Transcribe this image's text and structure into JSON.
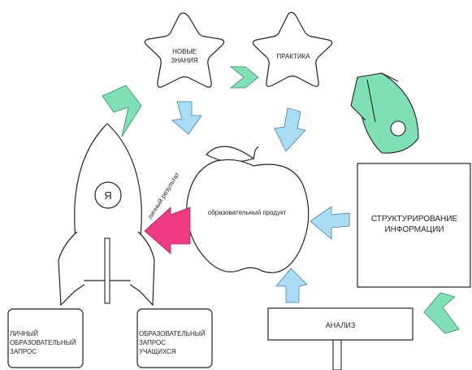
{
  "diagram": {
    "stars": [
      {
        "line1": "НОВЫЕ",
        "line2": "ЗНАНИЯ"
      },
      {
        "line1": "ПРАКТИКА",
        "line2": ""
      }
    ],
    "apple_label": "образовательный продукт",
    "rocket_letter": "Я",
    "result_label": "личный результат",
    "box_right": {
      "line1": "СТРУКТУРИРОВАНИЕ",
      "line2": "ИНФОРМАЦИИ"
    },
    "sign_label": "АНАЛИЗ",
    "box_left1": {
      "line1": "ЛИЧНЫЙ",
      "line2": "ОБРАЗОВАТЕЛЬНЫЙ",
      "line3": "ЗАПРОС"
    },
    "box_left2": {
      "line1": "ОБРАЗОВАТЕЛЬНЫЙ",
      "line2": "ЗАПРОС",
      "line3": "УЧАЩИХСЯ"
    },
    "colors": {
      "blue_arrow": "#a9dcf5",
      "green_shape": "#7fe0b4",
      "pink_arrow": "#ee3b82",
      "outline": "#222222"
    }
  }
}
